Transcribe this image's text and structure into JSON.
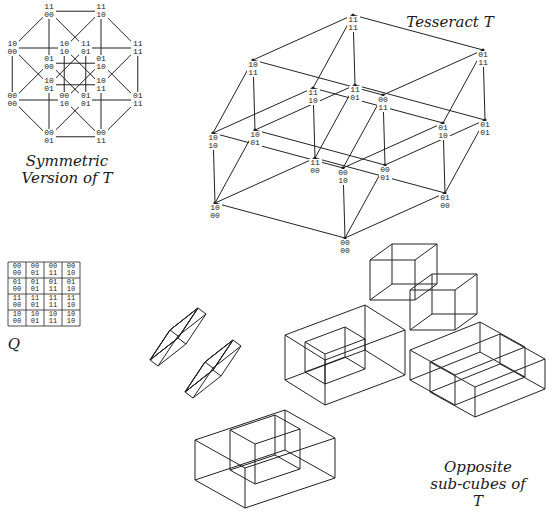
{
  "diagram": {
    "labels": [
      "Tesseract T",
      "Symmetric Version of T",
      "Q",
      "Opposite sub-cubes of T",
      "00 00",
      "00 01",
      "00 10",
      "00 11",
      "01 00",
      "01 01",
      "01 10",
      "01 11",
      "10 00",
      "10 01",
      "10 10",
      "10 11",
      "11 00",
      "11 01",
      "11 10",
      "11 11",
      "00 00",
      "00 01",
      "00 10",
      "00 11",
      "01 00",
      "01 01",
      "01 10",
      "01 11",
      "10 00",
      "10 01",
      "10 10",
      "10 11",
      "11 00",
      "11 01",
      "11 10",
      "11 11",
      "00 00",
      "00 01",
      "00 11",
      "00 10",
      "01 00",
      "01 01",
      "01 11",
      "01 10",
      "11 00",
      "11 01",
      "11 11",
      "11 10",
      "10 00",
      "10 01",
      "10 11",
      "10 10"
    ]
  }
}
